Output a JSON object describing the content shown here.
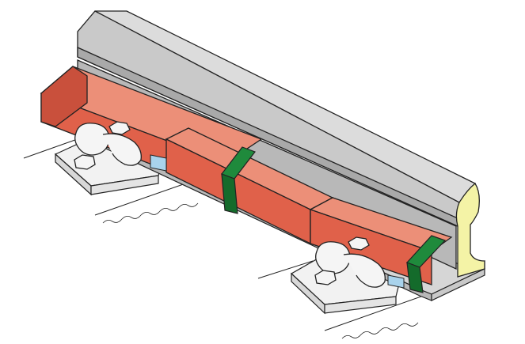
{
  "diagram": {
    "colors": {
      "rail_top": "#dcdcdc",
      "rail_side": "#c4c4c4",
      "rail_dark": "#a9a9a9",
      "rail_web": "#b8b8b8",
      "rail_section": "#f4f3a6",
      "block_front": "#e0614a",
      "block_top": "#ec8f78",
      "block_dark": "#c9503c",
      "strap": "#1f8a3c",
      "strap_dark": "#146b2b",
      "spacer": "#a9d3ec",
      "baseplate": "#f2f2f2",
      "outline": "#222222"
    },
    "components": [
      {
        "id": "rail",
        "icon": "rail-icon"
      },
      {
        "id": "rubber-block-left",
        "icon": "block-icon"
      },
      {
        "id": "rubber-block-right",
        "icon": "block-icon"
      },
      {
        "id": "rubber-block-middle",
        "icon": "block-icon"
      },
      {
        "id": "strap-middle",
        "icon": "strap-icon"
      },
      {
        "id": "strap-end",
        "icon": "strap-icon"
      },
      {
        "id": "rail-clip-left",
        "icon": "clip-icon"
      },
      {
        "id": "rail-clip-right",
        "icon": "clip-icon"
      },
      {
        "id": "baseplate-left",
        "icon": "plate-icon"
      },
      {
        "id": "baseplate-right",
        "icon": "plate-icon"
      }
    ]
  }
}
